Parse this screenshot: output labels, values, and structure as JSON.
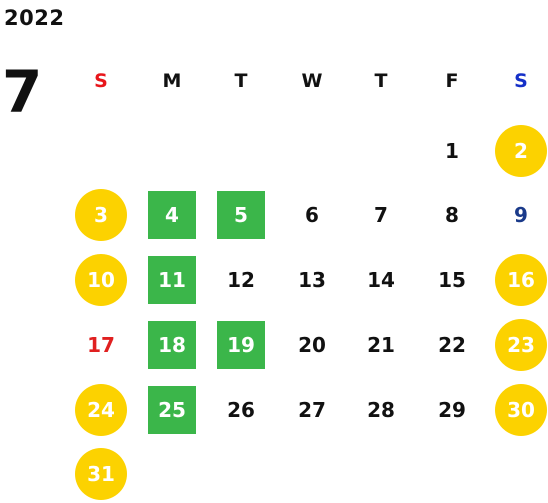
{
  "calendar": {
    "year": "2022",
    "month": "7",
    "weekdays": [
      {
        "label": "S",
        "color": "#e8161b"
      },
      {
        "label": "M",
        "color": "#111111"
      },
      {
        "label": "T",
        "color": "#111111"
      },
      {
        "label": "W",
        "color": "#111111"
      },
      {
        "label": "T",
        "color": "#111111"
      },
      {
        "label": "F",
        "color": "#111111"
      },
      {
        "label": "S",
        "color": "#1530c8"
      }
    ],
    "colors": {
      "holiday_circle": "#fcd200",
      "event_square": "#3bb64a",
      "default_text": "#111111",
      "marked_text": "#ffffff",
      "sunday_text": "#e02020",
      "saturday_text": "#1a3a8a"
    },
    "days": [
      {
        "day": "1",
        "col": 5,
        "row": 0,
        "mark": "none"
      },
      {
        "day": "2",
        "col": 6,
        "row": 0,
        "mark": "circle"
      },
      {
        "day": "3",
        "col": 0,
        "row": 1,
        "mark": "circle"
      },
      {
        "day": "4",
        "col": 1,
        "row": 1,
        "mark": "square"
      },
      {
        "day": "5",
        "col": 2,
        "row": 1,
        "mark": "square"
      },
      {
        "day": "6",
        "col": 3,
        "row": 1,
        "mark": "none"
      },
      {
        "day": "7",
        "col": 4,
        "row": 1,
        "mark": "none"
      },
      {
        "day": "8",
        "col": 5,
        "row": 1,
        "mark": "none"
      },
      {
        "day": "9",
        "col": 6,
        "row": 1,
        "mark": "none"
      },
      {
        "day": "10",
        "col": 0,
        "row": 2,
        "mark": "circle"
      },
      {
        "day": "11",
        "col": 1,
        "row": 2,
        "mark": "square"
      },
      {
        "day": "12",
        "col": 2,
        "row": 2,
        "mark": "none"
      },
      {
        "day": "13",
        "col": 3,
        "row": 2,
        "mark": "none"
      },
      {
        "day": "14",
        "col": 4,
        "row": 2,
        "mark": "none"
      },
      {
        "day": "15",
        "col": 5,
        "row": 2,
        "mark": "none"
      },
      {
        "day": "16",
        "col": 6,
        "row": 2,
        "mark": "circle"
      },
      {
        "day": "17",
        "col": 0,
        "row": 3,
        "mark": "none"
      },
      {
        "day": "18",
        "col": 1,
        "row": 3,
        "mark": "square"
      },
      {
        "day": "19",
        "col": 2,
        "row": 3,
        "mark": "square"
      },
      {
        "day": "20",
        "col": 3,
        "row": 3,
        "mark": "none"
      },
      {
        "day": "21",
        "col": 4,
        "row": 3,
        "mark": "none"
      },
      {
        "day": "22",
        "col": 5,
        "row": 3,
        "mark": "none"
      },
      {
        "day": "23",
        "col": 6,
        "row": 3,
        "mark": "circle"
      },
      {
        "day": "24",
        "col": 0,
        "row": 4,
        "mark": "circle"
      },
      {
        "day": "25",
        "col": 1,
        "row": 4,
        "mark": "square"
      },
      {
        "day": "26",
        "col": 2,
        "row": 4,
        "mark": "none"
      },
      {
        "day": "27",
        "col": 3,
        "row": 4,
        "mark": "none"
      },
      {
        "day": "28",
        "col": 4,
        "row": 4,
        "mark": "none"
      },
      {
        "day": "29",
        "col": 5,
        "row": 4,
        "mark": "none"
      },
      {
        "day": "30",
        "col": 6,
        "row": 4,
        "mark": "circle"
      },
      {
        "day": "31",
        "col": 0,
        "row": 5,
        "mark": "circle"
      }
    ]
  }
}
